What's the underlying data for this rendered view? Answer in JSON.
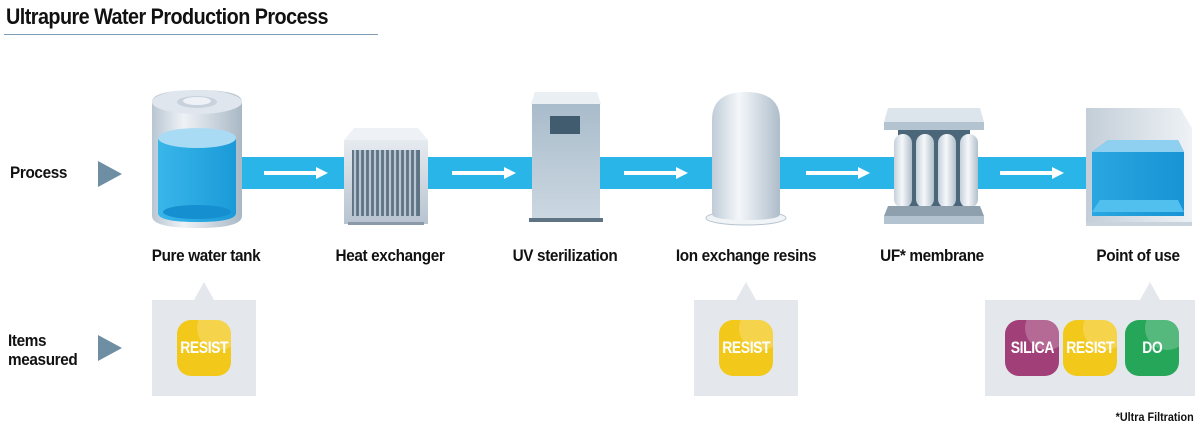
{
  "title": "Ultrapure Water Production Process",
  "rows": {
    "process_label": "Process",
    "items_label_line1": "Items",
    "items_label_line2": "measured"
  },
  "steps": [
    {
      "label": "Pure water tank",
      "icon": "water-tank-icon"
    },
    {
      "label": "Heat exchanger",
      "icon": "heat-exchanger-icon"
    },
    {
      "label": "UV sterilization",
      "icon": "uv-sterilizer-icon"
    },
    {
      "label": "Ion exchange resins",
      "icon": "ion-exchange-column-icon"
    },
    {
      "label": "UF* membrane",
      "icon": "uf-membrane-module-icon"
    },
    {
      "label": "Point of use",
      "icon": "point-of-use-tank-icon"
    }
  ],
  "measurements": [
    {
      "step": "Pure water tank",
      "badges": [
        {
          "label": "RESIST",
          "color": "#f2c81a"
        }
      ]
    },
    {
      "step": "Ion exchange resins",
      "badges": [
        {
          "label": "RESIST",
          "color": "#f2c81a"
        }
      ]
    },
    {
      "step": "Point of use",
      "badges": [
        {
          "label": "SILICA",
          "color": "#a13f78"
        },
        {
          "label": "RESIST",
          "color": "#f2c81a"
        },
        {
          "label": "DO",
          "color": "#26a659"
        }
      ]
    }
  ],
  "colors": {
    "pipe": "#29b5e8",
    "row_arrow": "#6e8ea3",
    "callout_bg": "#e4e7ec",
    "title_rule": "#7f9cb6"
  },
  "footnote": "*Ultra Filtration"
}
